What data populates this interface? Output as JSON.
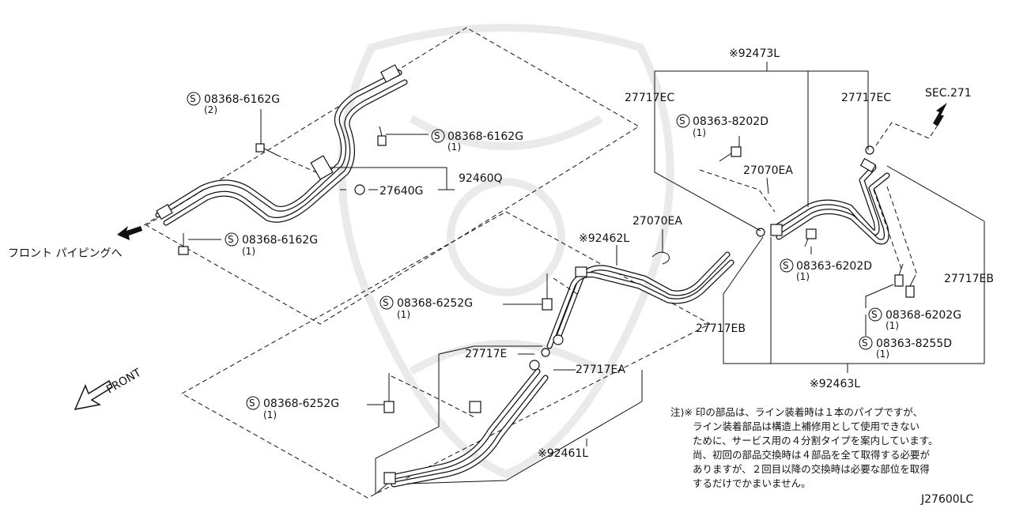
{
  "diagram": {
    "labels": {
      "p92473L": "※92473L",
      "p27717EC_left": "27717EC",
      "p27717EC_right": "27717EC",
      "sec271": "SEC.271",
      "p08363_8202D": "08363-8202D",
      "p08363_8202D_qty": "(1)",
      "p27070EA_upper": "27070EA",
      "p27070EA_mid": "27070EA",
      "p08368_6162G_a": "08368-6162G",
      "p08368_6162G_a_qty": "(2)",
      "p08368_6162G_b": "08368-6162G",
      "p08368_6162G_b_qty": "(1)",
      "p92460Q": "92460Q",
      "p27640G": "27640G",
      "p08368_6162G_c": "08368-6162G",
      "p08368_6162G_c_qty": "(1)",
      "front_piping": "フロント パイピングへ",
      "p92462L": "※92462L",
      "p08363_6202D": "08363-6202D",
      "p08363_6202D_qty": "(1)",
      "p27717EB_right": "27717EB",
      "p27717EB_mid": "27717EB",
      "p08368_6252G_a": "08368-6252G",
      "p08368_6252G_a_qty": "(1)",
      "p08368_6202G": "08368-6202G",
      "p08368_6202G_qty": "(1)",
      "p08363_8255D": "08363-8255D",
      "p08363_8255D_qty": "(1)",
      "p27717E": "27717E",
      "p27717EA": "27717EA",
      "p92463L": "※92463L",
      "front": "FRONT",
      "p08368_6252G_b": "08368-6252G",
      "p08368_6252G_b_qty": "(1)",
      "p92461L": "※92461L",
      "diagram_code": "J27600LC",
      "s_symbol": "S"
    },
    "notes": [
      "注)※ 印の部品は、ライン装着時は１本のパイプですが、",
      "ライン装着部品は構造上補修用として使用できない",
      "ために、サービス用の４分割タイプを案内しています。",
      "尚、初回の部品交換時は４部品を全て取得する必要が",
      "ありますが、２回目以降の交換時は必要な部位を取得",
      "するだけでかまいません。"
    ]
  }
}
